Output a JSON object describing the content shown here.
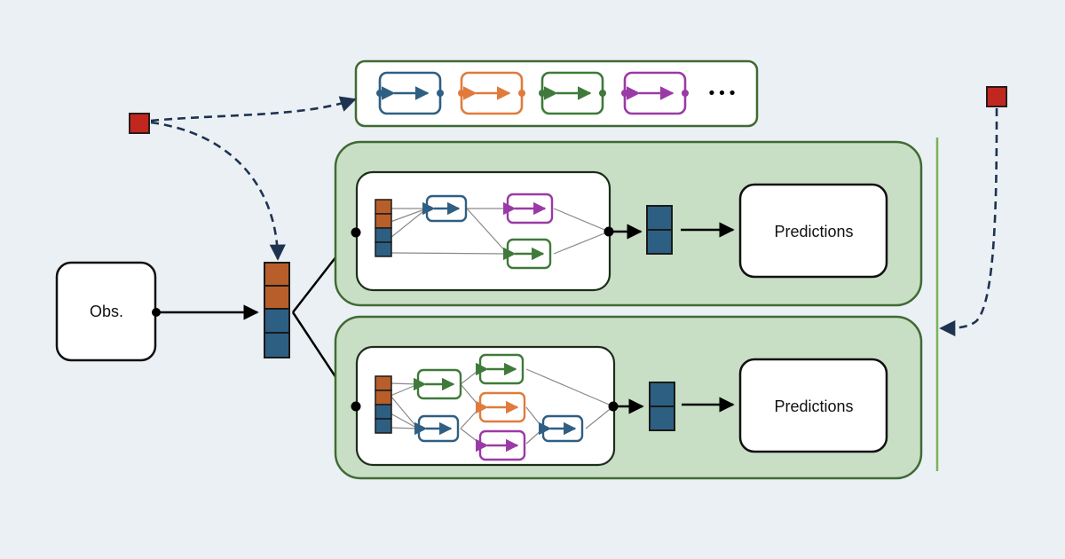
{
  "labels": {
    "obs": "Obs.",
    "predictions_top": "Predictions",
    "predictions_bottom": "Predictions",
    "ellipsis": "•••"
  },
  "colors": {
    "background": "#ebf0f4",
    "panel_fill": "#c9dfc5",
    "panel_stroke": "#3f6a33",
    "blue": "#2f5f82",
    "orange": "#e07b3c",
    "green": "#3f7a3a",
    "purple": "#9a3aa6",
    "block_orange": "#b85e2a",
    "block_blue": "#2d5f82",
    "red_square": "#c0281f",
    "dashed_arrow": "#1d3350",
    "divider": "#7ab35a"
  },
  "icons": {
    "module": "double-arrow-module-icon",
    "token": "red-square-icon"
  }
}
